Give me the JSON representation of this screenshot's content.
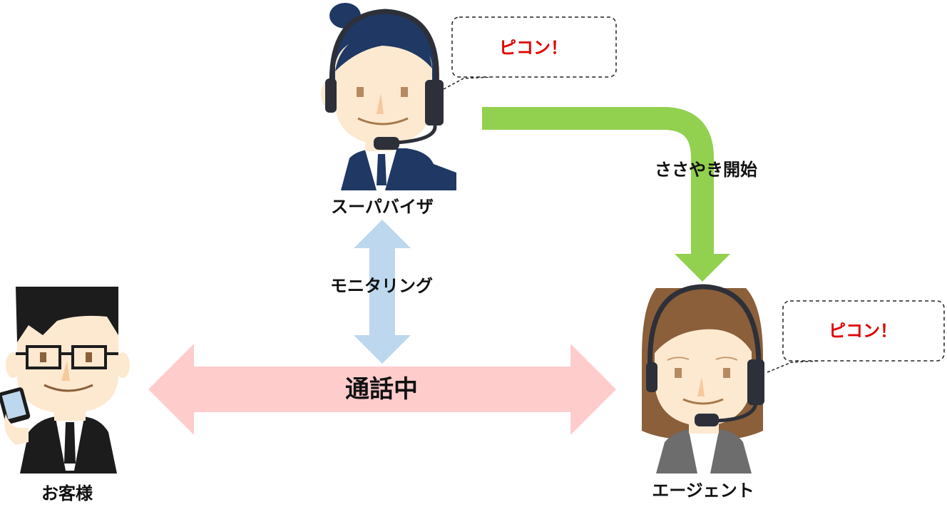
{
  "supervisor": {
    "label": "スーパバイザ",
    "bubble": "ピコン！"
  },
  "agent": {
    "label": "エージェント",
    "bubble": "ピコン！"
  },
  "customer": {
    "label": "お客様"
  },
  "arrows": {
    "whisper": "ささやき開始",
    "monitoring": "モニタリング",
    "call": "通話中"
  },
  "colors": {
    "whisper_arrow": "#92d050",
    "monitoring_arrow": "#bdd7ee",
    "call_arrow": "#ffcccc",
    "bubble_text": "#e00000",
    "label_text": "#111111"
  }
}
